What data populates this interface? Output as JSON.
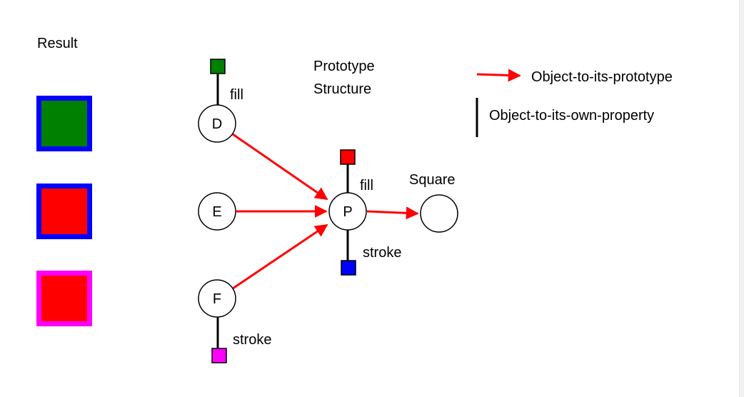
{
  "result": {
    "label": "Result",
    "swatches": [
      {
        "fill": "#008000",
        "stroke": "#0000ff"
      },
      {
        "fill": "#ff0000",
        "stroke": "#0000ff"
      },
      {
        "fill": "#ff0000",
        "stroke": "#ff00ff"
      }
    ]
  },
  "title": {
    "line1": "Prototype",
    "line2": "Structure"
  },
  "legend": {
    "prototype_label": "Object-to-its-prototype",
    "property_label": "Object-to-its-own-property",
    "prototype_color": "#ff0000",
    "property_color": "#000000"
  },
  "nodes": {
    "d": "D",
    "e": "E",
    "f": "F",
    "p": "P",
    "square_label": "Square"
  },
  "properties": {
    "d_fill": {
      "label": "fill",
      "color": "#008000"
    },
    "p_fill": {
      "label": "fill",
      "color": "#ff0000"
    },
    "p_stroke": {
      "label": "stroke",
      "color": "#0000ff"
    },
    "f_stroke": {
      "label": "stroke",
      "color": "#ff00ff"
    }
  }
}
